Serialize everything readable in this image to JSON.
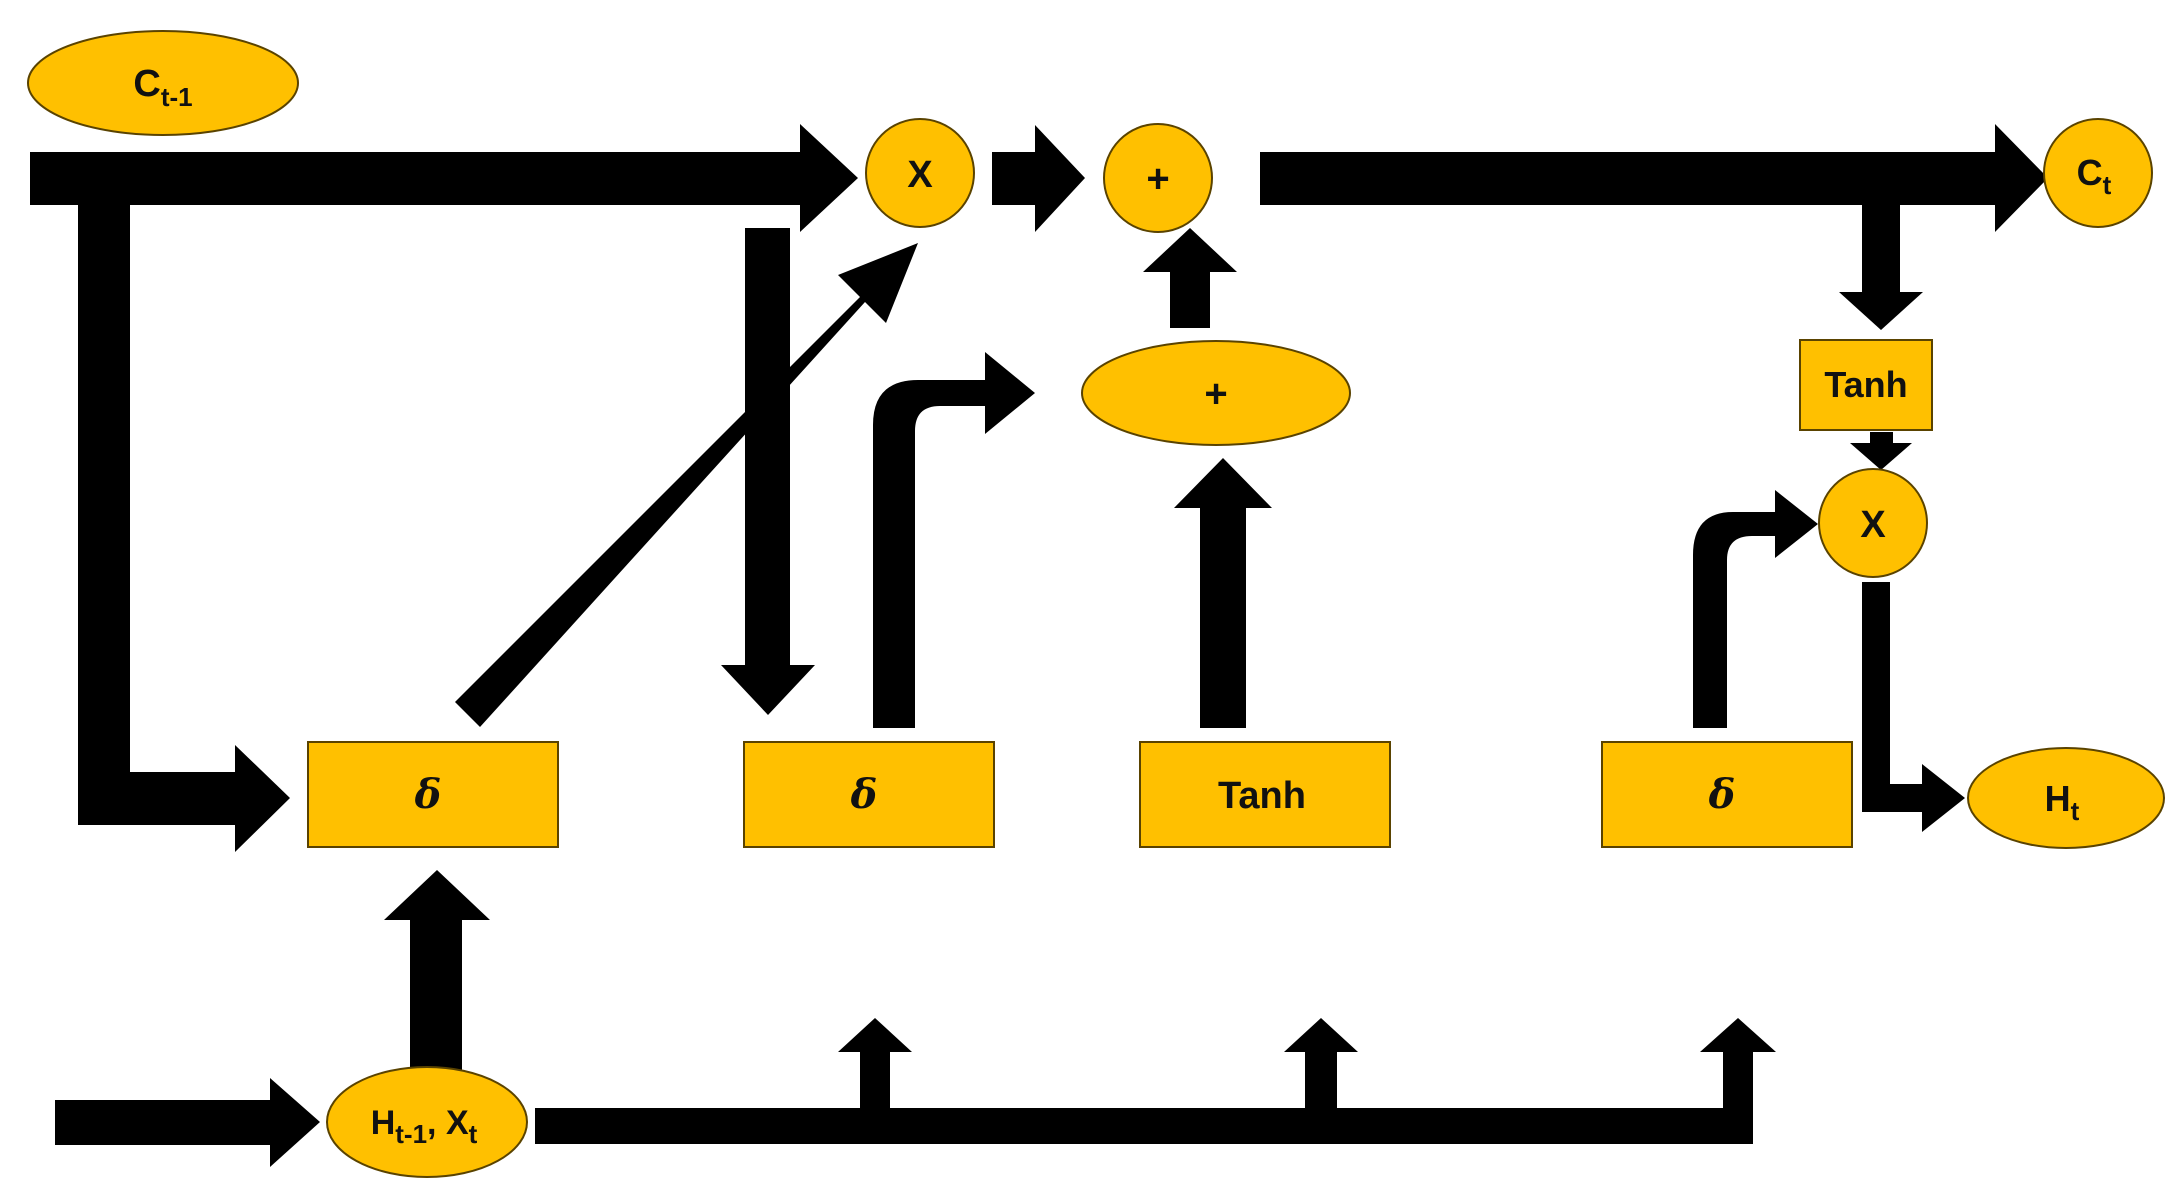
{
  "colors": {
    "node_fill": "#FFC000",
    "node_stroke": "#5a4300",
    "arrow": "#000000",
    "background": "#ffffff"
  },
  "nodes": {
    "c_prev": {
      "main": "C",
      "sub": "t-1"
    },
    "forget_multiply": {
      "main": "X"
    },
    "cell_add": {
      "main": "+"
    },
    "c_next": {
      "main": "C",
      "sub": "t"
    },
    "candidate_add": {
      "main": "+"
    },
    "tanh_out": {
      "main": "Tanh"
    },
    "output_multiply": {
      "main": "X"
    },
    "gate_forget": {
      "main": "δ"
    },
    "gate_input": {
      "main": "δ"
    },
    "tanh_candidate": {
      "main": "Tanh"
    },
    "gate_output": {
      "main": "δ"
    },
    "h_next": {
      "main": "H",
      "sub": "t"
    },
    "input_h_x": {
      "main_a": "H",
      "sub_a": "t-1",
      "sep": ", ",
      "main_b": "X",
      "sub_b": "t"
    }
  }
}
